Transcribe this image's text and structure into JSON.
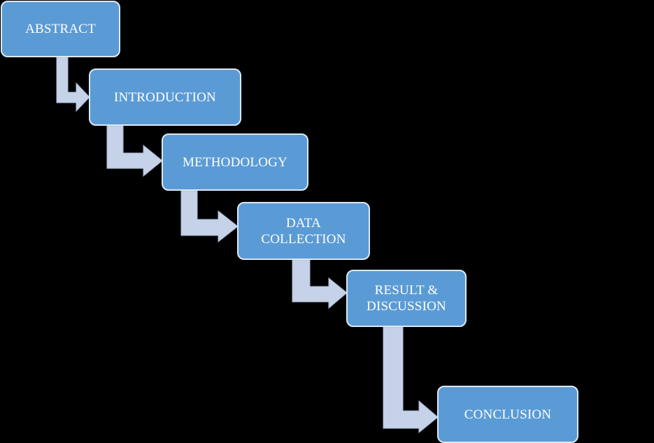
{
  "diagram": {
    "steps": [
      {
        "label": "ABSTRACT"
      },
      {
        "label": "INTRODUCTION"
      },
      {
        "label": "METHODOLOGY"
      },
      {
        "label": "DATA\nCOLLECTION"
      },
      {
        "label": "RESULT  &\nDISCUSSION"
      },
      {
        "label": "CONCLUSION"
      }
    ],
    "colors": {
      "background": "#000000",
      "box_fill": "#5b9bd5",
      "box_border": "#dce8f4",
      "arrow_fill": "#c5d2e8",
      "text": "#ffffff"
    }
  }
}
